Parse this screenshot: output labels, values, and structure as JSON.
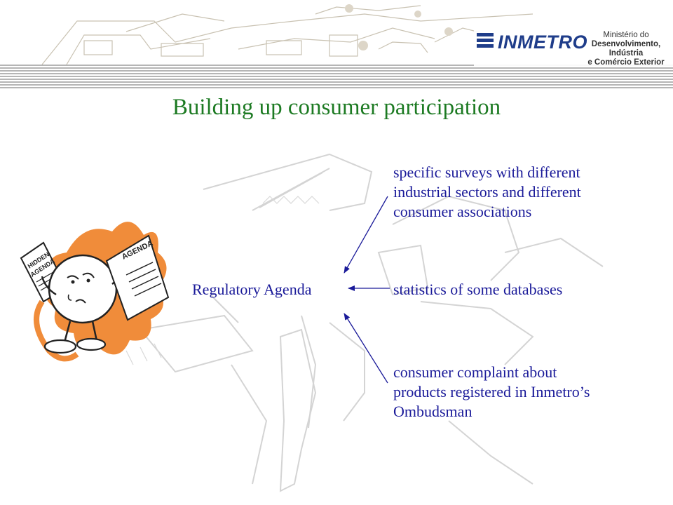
{
  "header": {
    "logo_text": "INMETRO",
    "ministry_lines": [
      "Ministério do",
      "Desenvolvimento, Indústria",
      "e Comércio Exterior"
    ]
  },
  "title": "Building up consumer participation",
  "diagram": {
    "center_label": "Regulatory Agenda",
    "sources": [
      {
        "lines": [
          "specific surveys with different",
          "industrial sectors and different",
          "consumer associations"
        ]
      },
      {
        "lines": [
          "statistics of some databases"
        ]
      },
      {
        "lines": [
          "consumer complaint about",
          "products registered in Inmetro’s",
          "Ombudsman"
        ]
      }
    ]
  },
  "illustration": {
    "paper_left_text": [
      "HIDDEN",
      "AGENDA"
    ],
    "paper_right_text": "AGENDA"
  },
  "colors": {
    "title": "#1c7a22",
    "text": "#1a1a99",
    "arrow": "#1a1a99",
    "brand": "#1f3d8a",
    "burst": "#f08c3a"
  }
}
